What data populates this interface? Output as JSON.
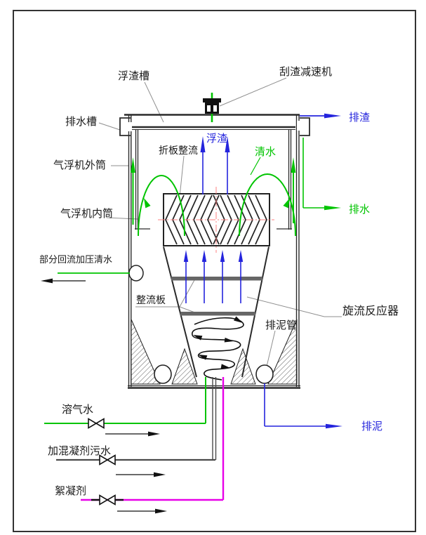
{
  "labels": {
    "scum_trough": "浮渣槽",
    "scraper_reducer": "刮渣减速机",
    "drain_trough": "排水槽",
    "outer_cylinder": "气浮机外筒",
    "inner_cylinder": "气浮机内筒",
    "recycle_water": "部分回流加压清水",
    "folded_plate_rectifier": "折板整流",
    "scum": "浮渣",
    "clear_water": "清水",
    "scum_out": "排渣",
    "water_out": "排水",
    "rectifier_plate": "整流板",
    "cyclone_reactor": "旋流反应器",
    "mud_pipe": "排泥管",
    "mud_out": "排泥",
    "dissolved_air_water": "溶气水",
    "coagulant_sewage": "加混凝剂污水",
    "flocculant": "絮凝剂"
  },
  "colors": {
    "flow_green": "#00c400",
    "flow_blue": "#2424dd",
    "flow_magenta": "#e800e8",
    "sewage_gray": "#4a4a4a",
    "centerline_red": "#ff8080",
    "leader_gray": "#8f8f8f",
    "line_dark": "#2a2a2a"
  }
}
